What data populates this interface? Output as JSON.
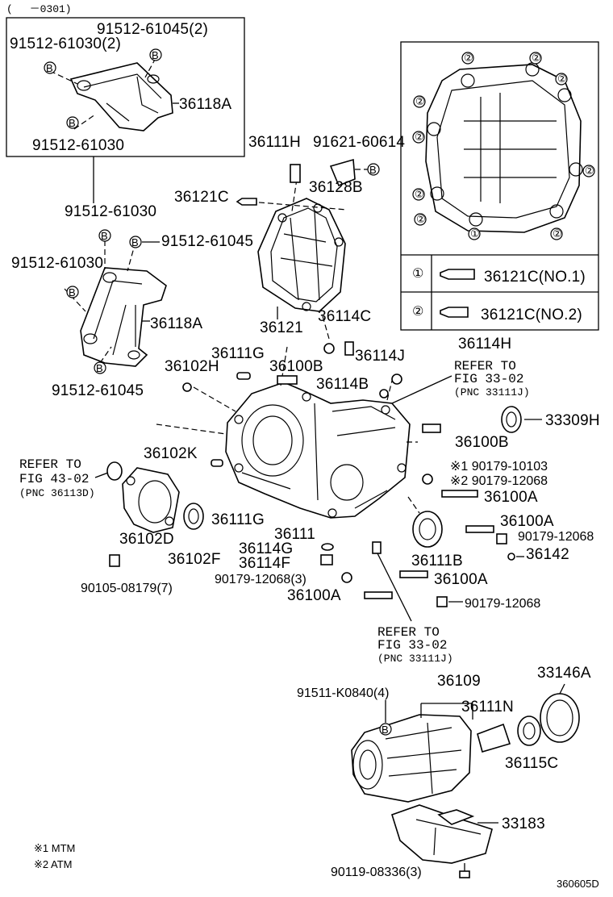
{
  "diagram_code": "360605D",
  "date_range": "(　 －0301)",
  "notes": {
    "n1": "※1 MTM",
    "n2": "※2 ATM"
  },
  "legend": {
    "row1": {
      "num": "①",
      "part": "36121C(NO.1)"
    },
    "row2": {
      "num": "②",
      "part": "36121C(NO.2)"
    }
  },
  "callout_num": "①",
  "callout_num2": "②",
  "bolt_mark": "B",
  "refer": {
    "a": {
      "l1": "REFER TO",
      "l2": "FIG 33-02",
      "l3": "(PNC 33111J)"
    },
    "b": {
      "l1": "REFER TO",
      "l2": "FIG 43-02",
      "l3": "(PNC 36113D)"
    },
    "c": {
      "l1": "REFER TO",
      "l2": "FIG 33-02",
      "l3": "(PNC 33111J)"
    }
  },
  "parts": {
    "p1": "91512-61045(2)",
    "p2": "91512-61030(2)",
    "p3": "36118A",
    "p4": "91512-61030",
    "p5": "91512-61030",
    "p6": "91512-61045",
    "p7": "91512-61030",
    "p8": "36118A",
    "p9": "91512-61045",
    "p10": "36111H",
    "p11": "91621-60614",
    "p12": "36128B",
    "p13": "36121C",
    "p14": "36121",
    "p15": "36114C",
    "p16": "36111G",
    "p17": "36100B",
    "p18": "36114J",
    "p19": "36114H",
    "p20": "36102H",
    "p21": "36114B",
    "p22": "33309H",
    "p23": "36100B",
    "p24": "36102K",
    "p25": "※1 90179-10103",
    "p26": "※2 90179-12068",
    "p27": "36100A",
    "p28": "36100A",
    "p29": "90179-12068",
    "p30": "36111G",
    "p31": "36102D",
    "p32": "36102F",
    "p33": "36111",
    "p34": "36114G",
    "p35": "36114F",
    "p36": "90179-12068(3)",
    "p37": "36100A",
    "p38": "36111B",
    "p39": "36142",
    "p40": "36100A",
    "p41": "90179-12068",
    "p42": "90105-08179(7)",
    "p43": "36109",
    "p44": "33146A",
    "p45": "91511-K0840(4)",
    "p46": "36111N",
    "p47": "36115C",
    "p48": "33183",
    "p49": "90119-08336(3)"
  }
}
